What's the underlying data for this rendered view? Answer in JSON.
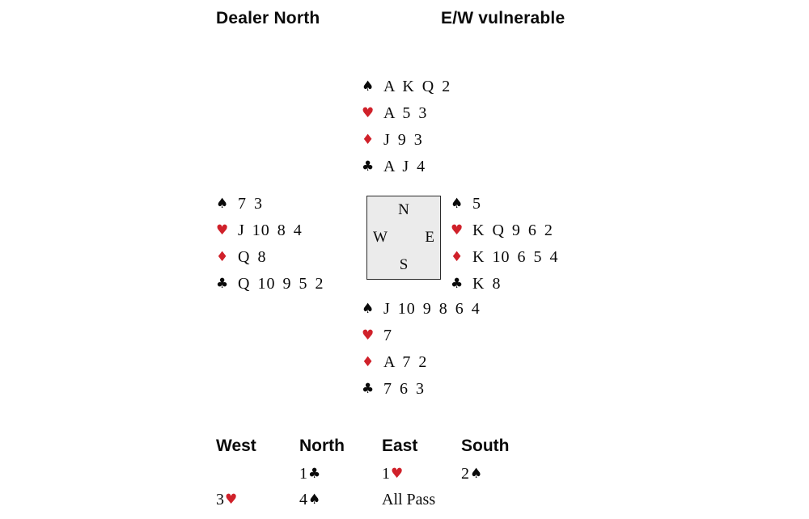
{
  "header": {
    "dealer": "Dealer North",
    "vulnerability": "E/W vulnerable"
  },
  "suits": {
    "spade": "♠",
    "heart": "♥",
    "diamond": "♦",
    "club": "♣"
  },
  "colors": {
    "red": "#d0212a",
    "black": "#000000",
    "compass_bg": "#ebebeb"
  },
  "compass": {
    "north": "N",
    "west": "W",
    "east": "E",
    "south": "S"
  },
  "hands": {
    "north": {
      "spades": "A K Q 2",
      "hearts": "A 5 3",
      "diamonds": "J 9 3",
      "clubs": "A J 4"
    },
    "west": {
      "spades": "7 3",
      "hearts": "J 10 8 4",
      "diamonds": "Q 8",
      "clubs": "Q 10 9 5 2"
    },
    "east": {
      "spades": "5",
      "hearts": "K Q 9 6 2",
      "diamonds": "K 10 6 5 4",
      "clubs": "K 8"
    },
    "south": {
      "spades": "J 10 9 8 6 4",
      "hearts": "7",
      "diamonds": "A 7 2",
      "clubs": "7 6 3"
    }
  },
  "auction": {
    "headers": [
      "West",
      "North",
      "East",
      "South"
    ],
    "rows": [
      [
        "",
        "1♣",
        "1♥",
        "2♠"
      ],
      [
        "3♥",
        "4♠",
        "All Pass",
        ""
      ]
    ]
  }
}
